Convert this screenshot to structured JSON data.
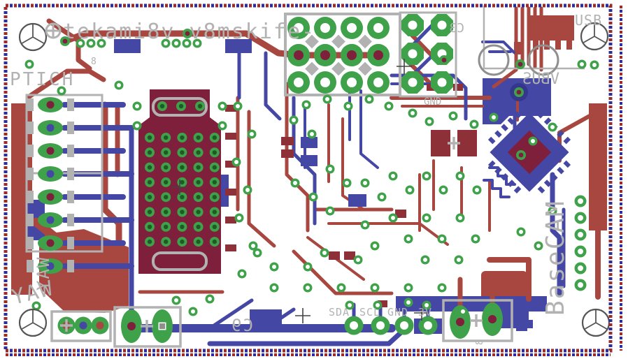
{
  "app": {
    "view": "PCB layout canvas",
    "board": "BaseCAM brushless gimbal controller, 2-layer board (bottom mirrored view)"
  },
  "palette": {
    "bg": "#ffffff",
    "red": "#a8473f",
    "red-dark": "#8e3038",
    "maroon": "#7e1f3c",
    "blue": "#4547a5",
    "blue-dark": "#35378c",
    "green": "#3fa24a",
    "green-dark": "#1d5a26",
    "silk": "#b2b2b2",
    "silk-dark": "#8f8f8f",
    "outline-red": "#9b2c2c",
    "outline-blue": "#2c2c9b",
    "hole": "#ffffff"
  },
  "silkscreen": {
    "title_mirrored": "tekami8v v8mskife-",
    "pitch_label": "PTICH",
    "yaw_label": "YAW",
    "yaw_label_vertical": "YAW",
    "usb_label": "USB",
    "vbus_label": "VBUS",
    "basecam_label": "BaseCAM",
    "cap_c9": "C9",
    "cap_c3": "C3",
    "gnd_label": "GND",
    "ref_8_left": "8",
    "ref_8_bottom": "8",
    "i2c": {
      "sda": "SDA",
      "scl": "SCL",
      "gnd": "GND",
      "v3": "3V"
    }
  }
}
